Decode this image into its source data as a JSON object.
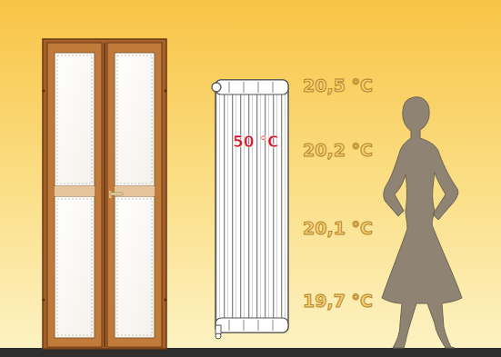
{
  "diagram": {
    "labels": [
      "50 °C",
      "20,5 °C",
      "20,2 °C",
      "20,1 °C",
      "19,7 °C"
    ]
  }
}
